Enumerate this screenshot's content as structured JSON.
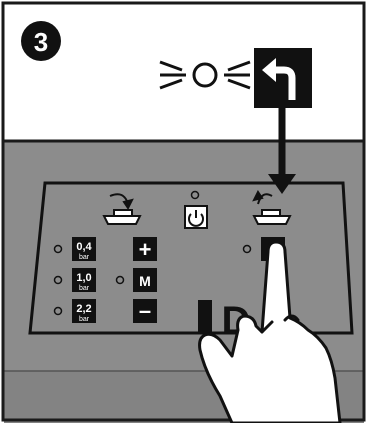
{
  "step": {
    "number": "3"
  },
  "colors": {
    "background": "#ffffff",
    "panel": "#8c8c8c",
    "panel_dark": "#7a7a7a",
    "ink": "#111111",
    "border": "#1a1a1a",
    "hand": "#ffffff"
  },
  "icons": {
    "blink": "blinking-light-icon",
    "return": "return-arrow-icon",
    "push": "press-down-arrow-icon",
    "power": "power-icon",
    "group_left": "portafilter-inserted-icon",
    "group_right": "portafilter-removed-icon",
    "finger": "hand-pressing-icon"
  },
  "pressure_buttons": [
    {
      "value": "0,4",
      "unit": "bar"
    },
    {
      "value": "1,0",
      "unit": "bar"
    },
    {
      "value": "2,2",
      "unit": "bar"
    }
  ],
  "control_buttons": {
    "plus": "+",
    "memory": "M",
    "minus": "–"
  },
  "logo_partial": "D"
}
